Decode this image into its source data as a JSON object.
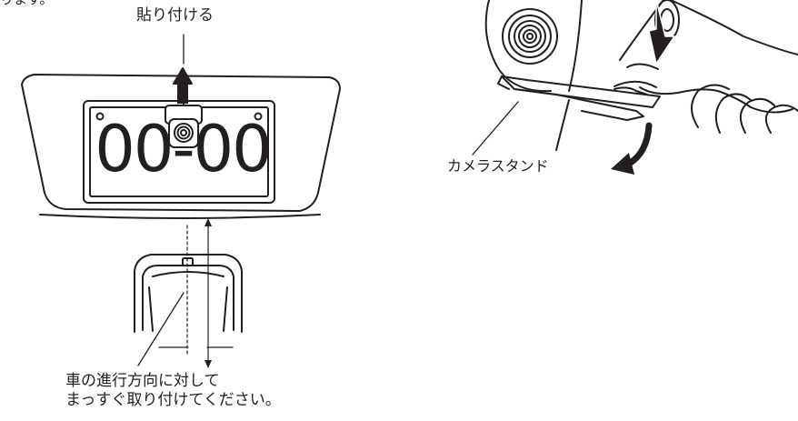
{
  "top_note": "ります。",
  "attach_label": "貼り付ける",
  "plate_number": "00-00",
  "stand_label": "カメラスタンド",
  "caption": {
    "line1": "車の進行方向に対して",
    "line2": "まっすぐ取り付けてください。"
  },
  "colors": {
    "ink": "#231f20",
    "paper": "#ffffff"
  }
}
